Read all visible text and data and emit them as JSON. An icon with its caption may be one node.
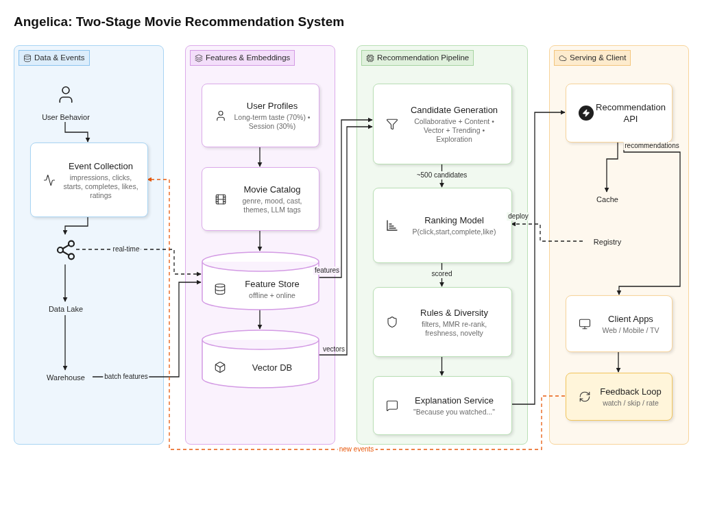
{
  "diagram": {
    "title": "Angelica: Two-Stage Movie Recommendation System",
    "nodes": [
      {
        "text": [
          "Data & Events"
        ]
      },
      {
        "text": [
          "User Behavior"
        ],
        "in": 0
      },
      {
        "text": [
          "Event Collection",
          "impressions, clicks, starts, completes, likes, ratings"
        ],
        "in": 0
      },
      {
        "text": [],
        "shape": "picture",
        "in": 0
      },
      {
        "text": [
          "Data Lake"
        ],
        "in": 0
      },
      {
        "text": [
          "Warehouse"
        ],
        "in": 0
      },
      {
        "text": [
          "Features & Embeddings"
        ]
      },
      {
        "text": [
          "User Profiles",
          "Long-term taste (70%) • Session (30%)"
        ],
        "in": 6
      },
      {
        "text": [
          "Movie Catalog",
          "genre, mood, cast, themes, LLM tags"
        ],
        "in": 6
      },
      {
        "text": [
          "Feature Store",
          "offline + online"
        ],
        "in": 6
      },
      {
        "text": [
          "Vector DB"
        ],
        "in": 6
      },
      {
        "text": [
          "Recommendation Pipeline"
        ]
      },
      {
        "text": [
          "Candidate Generation",
          "Collaborative + Content • Vector + Trending • Exploration"
        ],
        "in": 11
      },
      {
        "text": [
          "Ranking Model",
          "P(click,start,complete,like)"
        ],
        "in": 11
      },
      {
        "text": [
          "Rules & Diversity",
          "filters, MMR re-rank, freshness, novelty"
        ],
        "in": 11
      },
      {
        "text": [
          "Explanation Service",
          "\"Because you watched...\""
        ],
        "in": 11
      },
      {
        "text": [
          "Serving & Client"
        ]
      },
      {
        "text": [
          "Recommendation API"
        ],
        "in": 16
      },
      {
        "text": [
          "Cache"
        ],
        "in": 16
      },
      {
        "text": [
          "Registry"
        ],
        "in": 16
      },
      {
        "text": [
          "Client Apps",
          "Web / Mobile / TV"
        ],
        "in": 16
      },
      {
        "text": [
          "Feedback Loop",
          "watch / skip / rate"
        ],
        "in": 16
      }
    ],
    "edges": [
      {
        "from": 1,
        "to": 2,
        "arrow": "to"
      },
      {
        "from": 2,
        "to": 3,
        "arrow": "to"
      },
      {
        "from": 3,
        "to": 9,
        "arrow": "to",
        "label": "real-time",
        "style": "dashed"
      },
      {
        "from": 3,
        "to": 4,
        "arrow": "to"
      },
      {
        "from": 4,
        "to": 5,
        "arrow": "to"
      },
      {
        "from": 5,
        "to": 9,
        "arrow": "to",
        "label": "batch features"
      },
      {
        "from": 7,
        "to": 8,
        "arrow": "to"
      },
      {
        "from": 8,
        "to": 9,
        "arrow": "to"
      },
      {
        "from": 9,
        "to": 10,
        "arrow": "to"
      },
      {
        "from": 9,
        "to": 12,
        "arrow": "to",
        "label": "features"
      },
      {
        "from": 10,
        "to": 12,
        "arrow": "to",
        "label": "vectors"
      },
      {
        "from": 12,
        "to": 13,
        "arrow": "to",
        "label": "~500 candidates"
      },
      {
        "from": 13,
        "to": 14,
        "arrow": "to",
        "label": "scored"
      },
      {
        "from": 14,
        "to": 15,
        "arrow": "to"
      },
      {
        "from": 15,
        "to": 17,
        "arrow": "to"
      },
      {
        "from": 17,
        "to": 18,
        "arrow": "to"
      },
      {
        "from": 17,
        "to": 20,
        "arrow": "to",
        "label": "recommendations"
      },
      {
        "from": 19,
        "to": 13,
        "arrow": "to",
        "label": "deploy",
        "style": "dashed"
      },
      {
        "from": 20,
        "to": 21,
        "arrow": "to"
      },
      {
        "from": 21,
        "to": 2,
        "arrow": "to",
        "label": "new events",
        "style": "dashed",
        "color": "#e8590c"
      }
    ]
  }
}
